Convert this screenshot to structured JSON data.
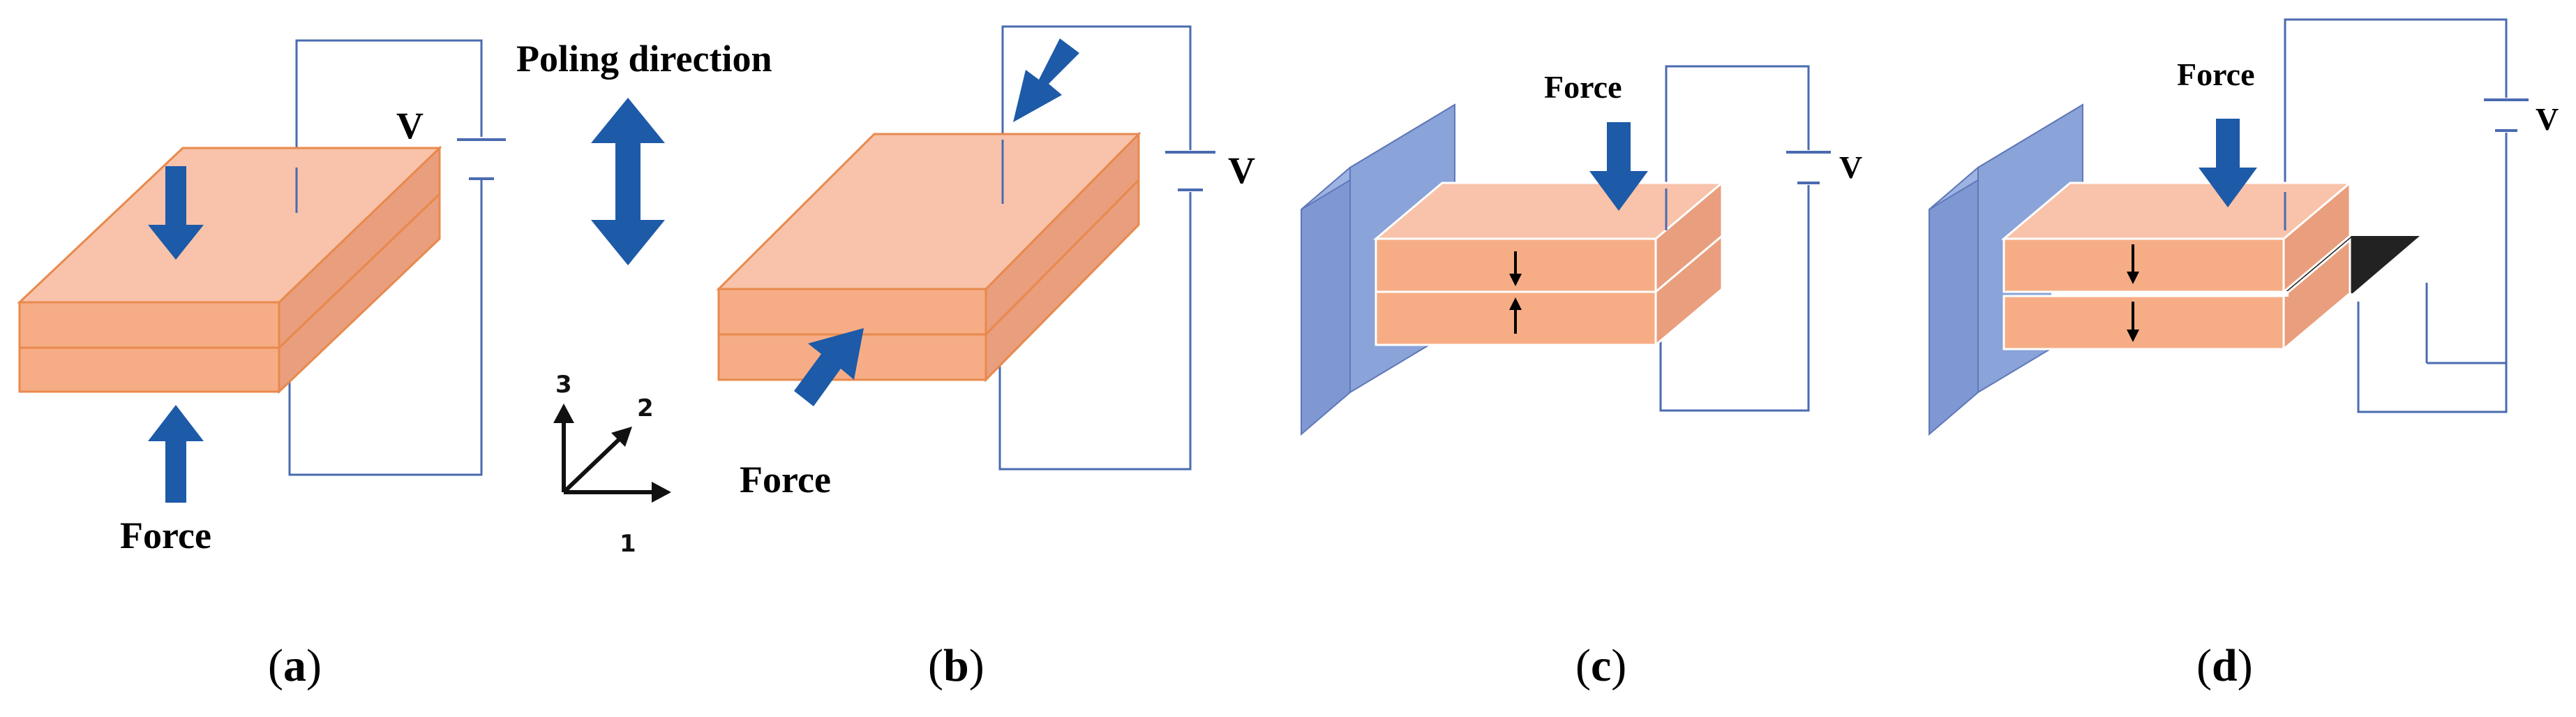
{
  "colors": {
    "block_top": "#f8c3aa",
    "block_front": "#f6ad86",
    "block_side": "#e99e7d",
    "block_edge": "#e8894d",
    "arrow_blue": "#1d5aa8",
    "clamp_blue": "#7f98d3",
    "wire": "#4a6bb0",
    "electrode": "#222222"
  },
  "panel_a": {
    "force_label": "Force",
    "voltage_label": "V",
    "poling_label": "Poling direction",
    "axis_labels": [
      "3",
      "2",
      "1"
    ],
    "caption_letter": "a"
  },
  "panel_b": {
    "force_label": "Force",
    "voltage_label": "V",
    "caption_letter": "b"
  },
  "panel_c": {
    "force_label": "Force",
    "voltage_label": "V",
    "caption_letter": "c"
  },
  "panel_d": {
    "force_label": "Force",
    "voltage_label": "V",
    "caption_letter": "d"
  }
}
